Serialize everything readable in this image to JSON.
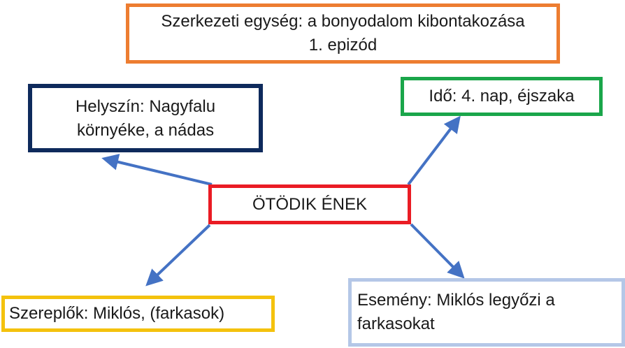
{
  "structure": {
    "line1": "Szerkezeti egység: a bonyodalom kibontakozása",
    "line2": "1. epizód"
  },
  "location": {
    "line1": "Helyszín: Nagyfalu",
    "line2": "környéke, a nádas"
  },
  "time": {
    "text": "Idő: 4. nap, éjszaka"
  },
  "center": {
    "title": "ÖTÖDIK ÉNEK"
  },
  "characters": {
    "text": "Szereplők: Miklós, (farkasok)"
  },
  "event": {
    "line1": "Esemény: Miklós legyőzi a",
    "line2": "farkasokat"
  },
  "colors": {
    "structure_border": "#ed7d31",
    "location_border": "#0e2a5c",
    "time_border": "#1aa64a",
    "center_border": "#ea1c24",
    "characters_border": "#f4c20d",
    "event_border": "#b4c7e7",
    "arrow": "#4472c4"
  }
}
